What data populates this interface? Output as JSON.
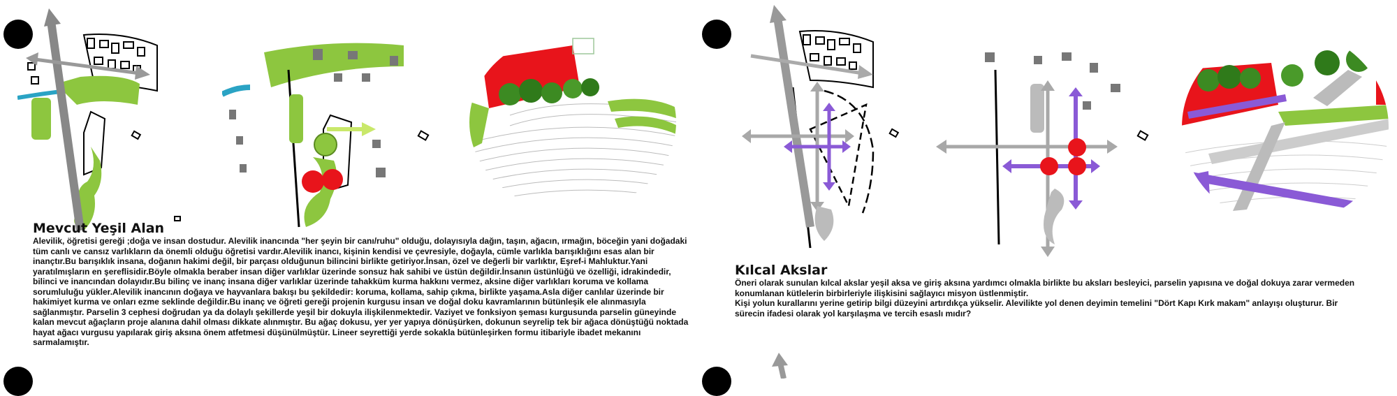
{
  "left_panel": {
    "heading": "Mevcut Yeşil Alan",
    "paragraph": "Alevilik, öğretisi gereği ;doğa ve insan dostudur. Alevilik inancında \"her şeyin bir canı/ruhu\" olduğu, dolayısıyla dağın, taşın, ağacın, ırmağın, böceğin yani doğadaki tüm canlı ve cansız varlıkların da önemli olduğu öğretisi vardır.Alevilik inancı, kişinin kendisi ve çevresiyle, doğayla, cümle varlıkla barışıklığını esas alan bir inançtır.Bu barışıklık insana, doğanın hakimi değil, bir parçası olduğunun bilincini birlikte getiriyor.İnsan, özel ve değerli bir varlıktır, Eşref-i Mahluktur.Yani yaratılmışların en şereflisidir.Böyle olmakla beraber insan diğer varlıklar üzerinde sonsuz hak sahibi ve üstün değildir.İnsanın üstünlüğü ve özelliği, idrakindedir, bilinci ve inancından dolayıdır.Bu bilinç ve inanç insana diğer varlıklar üzerinde tahakküm kurma hakkını vermez, aksine diğer varlıkları koruma ve kollama sorumluluğu yükler.Alevilik inancının doğaya ve hayvanlara bakışı bu şekildedir: koruma, kollama, sahip çıkma, birlikte yaşama.Asla diğer canlılar üzerinde bir hakimiyet kurma ve onları ezme seklinde değildir.Bu inanç ve öğreti gereği projenin kurgusu insan ve doğal doku kavramlarının bütünleşik ele alınmasıyla sağlanmıştır. Parselin 3 cephesi doğrudan ya da dolaylı şekillerde yeşil bir dokuyla ilişkilenmektedir. Vaziyet ve fonksiyon şeması kurgusunda parselin güneyinde kalan mevcut ağaçların proje alanına dahil olması dikkate alınmıştır. Bu ağaç dokusu, yer yer yapıya dönüşürken, dokunun seyrelip tek bir ağaca dönüştüğü noktada hayat ağacı vurgusu yapılarak giriş aksına önem atfetmesi düşünülmüştür. Lineer seyrettiği yerde sokakla bütünleşirken formu itibariyle ibadet mekanını sarmalamıştır."
  },
  "right_panel": {
    "heading": "Kılcal Akslar",
    "paragraph_1": "Öneri olarak sunulan kılcal akslar yeşil aksa ve giriş aksına yardımcı olmakla birlikte bu aksları besleyici, parselin yapısına ve doğal dokuya zarar vermeden konumlanan kütlelerin birbirleriyle ilişkisini sağlayıcı misyon üstlenmiştir.",
    "paragraph_2": "Kişi yolun kurallarını yerine getirip bilgi düzeyini artırdıkça yükselir. Alevilikte yol denen deyimin temelini \"Dört Kapı Kırk makam\" anlayışı oluşturur. Bir sürecin ifadesi olarak yol karşılaşma ve tercih esaslı mıdır?"
  },
  "colors": {
    "green": "#8dc63f",
    "light_green": "#c9e86a",
    "red": "#e8141b",
    "purple": "#8a5ad6",
    "grey_arrow": "#a8a8a8",
    "cyan": "#2aa3c4"
  }
}
